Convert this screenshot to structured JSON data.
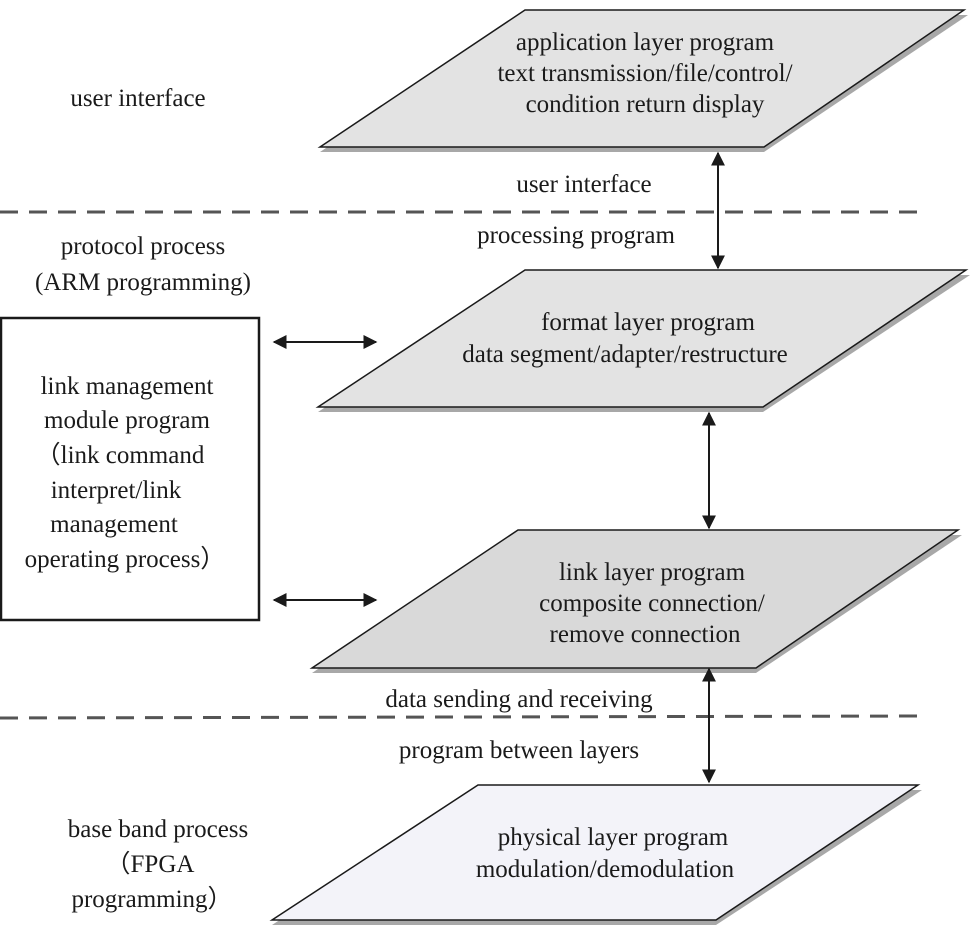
{
  "layers": [
    {
      "id": "application",
      "lines": [
        "application layer program",
        "text transmission/file/control/",
        "condition return display"
      ],
      "fill": "#e3e3e3"
    },
    {
      "id": "format",
      "lines": [
        "format layer program",
        "data segment/adapter/restructure"
      ],
      "fill": "#e3e3e3"
    },
    {
      "id": "link",
      "lines": [
        "link layer program",
        "composite connection/",
        "remove connection"
      ],
      "fill": "#d9d9d9"
    },
    {
      "id": "physical",
      "lines": [
        "physical layer program",
        "modulation/demodulation"
      ],
      "fill": "#f3f3f9"
    }
  ],
  "side_labels": {
    "user_interface": "user interface",
    "protocol_process": [
      "protocol process",
      "(ARM programming)"
    ],
    "base_band_process": [
      "base band process",
      "（FPGA",
      "programming）"
    ]
  },
  "link_management_box": {
    "lines": [
      "link management",
      "module program",
      "（link command",
      "interpret/link",
      "management",
      "operating process）"
    ]
  },
  "boundary_labels": {
    "upper_above": "user interface",
    "upper_below": "processing  program",
    "lower_above": "data sending and receiving",
    "lower_below": "program between layers"
  },
  "colors": {
    "stroke": "#1a1a1a",
    "dashed_line": "#555555",
    "edge_shadow": "#a0a0a0"
  }
}
